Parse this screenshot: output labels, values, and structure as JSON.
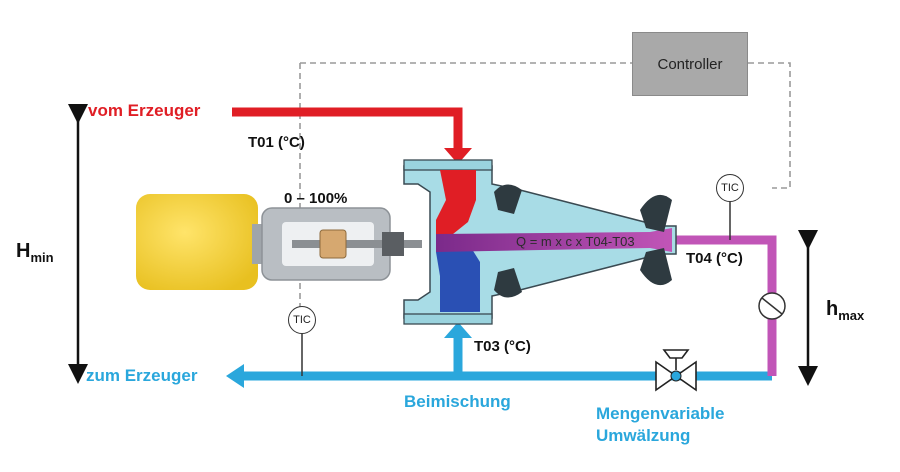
{
  "controller": {
    "label": "Controller"
  },
  "flows": {
    "supply": "vom Erzeuger",
    "return": "zum Erzeuger",
    "mixing": "Beimischung",
    "variable_1": "Mengenvariable",
    "variable_2": "Umwälzung"
  },
  "sensors": {
    "t01": "T01 (°C)",
    "t03": "T03 (°C)",
    "t04": "T04 (°C)",
    "tic": "TIC"
  },
  "actuator": {
    "stroke": "0 – 100%"
  },
  "formula": "Q = m x c x T04-T03",
  "heights": {
    "hmin_main": "H",
    "hmin_sub": "min",
    "hmax_main": "h",
    "hmax_sub": "max"
  },
  "colors": {
    "hot": "#e01e25",
    "cold": "#2aa7dc",
    "mixed": "#c155b7",
    "valve_body": "#a8dce6",
    "actuator": "#f3d23c"
  }
}
